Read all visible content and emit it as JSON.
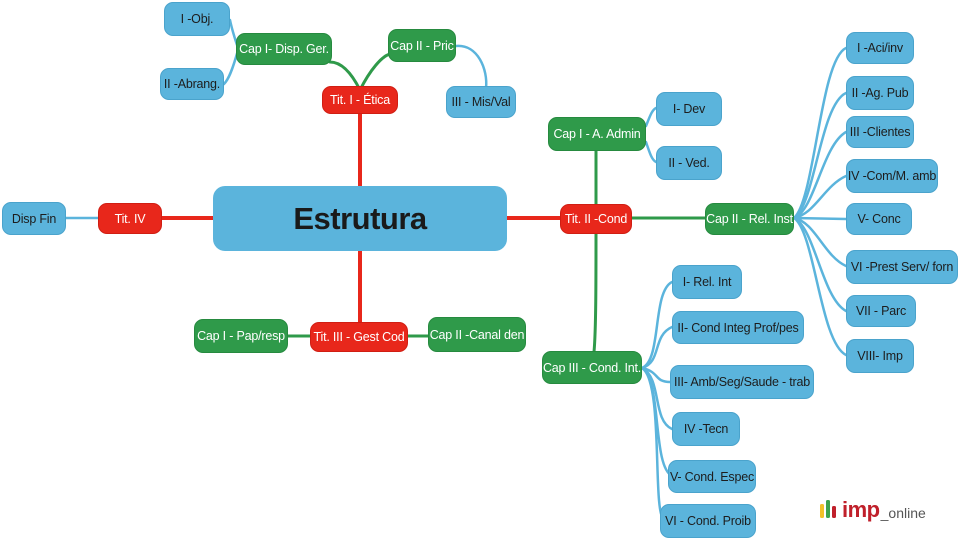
{
  "diagram": {
    "root": "Estrutura",
    "titles": {
      "tit1": "Tit. I - Ética",
      "tit2": "Tit. II -Cond",
      "tit3": "Tit. III - Gest Cod",
      "tit4": "Tit. IV"
    },
    "tit1_chapters": {
      "cap1": "Cap I- Disp. Ger.",
      "cap2": "Cap II - Pric"
    },
    "tit1_items": {
      "obj": "I -Obj.",
      "abrang": "II -Abrang.",
      "misval": "III - Mis/Val"
    },
    "tit2_chapters": {
      "cap1": "Cap I - A. Admin",
      "cap2": "Cap II - Rel. Inst",
      "cap3": "Cap III - Cond. Int."
    },
    "tit2_cap1_items": [
      "I- Dev",
      "II - Ved."
    ],
    "tit2_cap2_items": [
      "I -Aci/inv",
      "II -Ag. Pub",
      "III -Clientes",
      "IV -Com/M. amb",
      "V- Conc",
      "VI -Prest Serv/ forn",
      "VII - Parc",
      "VIII- Imp"
    ],
    "tit2_cap3_items": [
      "I- Rel. Int",
      "II- Cond Integ Prof/pes",
      "III- Amb/Seg/Saude - trab",
      "IV -Tecn",
      "V- Cond. Espec",
      "VI - Cond. Proib"
    ],
    "tit3_chapters": {
      "cap1": "Cap I - Pap/resp",
      "cap2": "Cap II -Canal den"
    },
    "tit4_items": {
      "dispfin": "Disp Fin"
    }
  },
  "logo": {
    "word": "imp",
    "suffix": "_online"
  },
  "colors": {
    "blue": "#5bb4dc",
    "green": "#2f9a4a",
    "red": "#e8271b"
  }
}
